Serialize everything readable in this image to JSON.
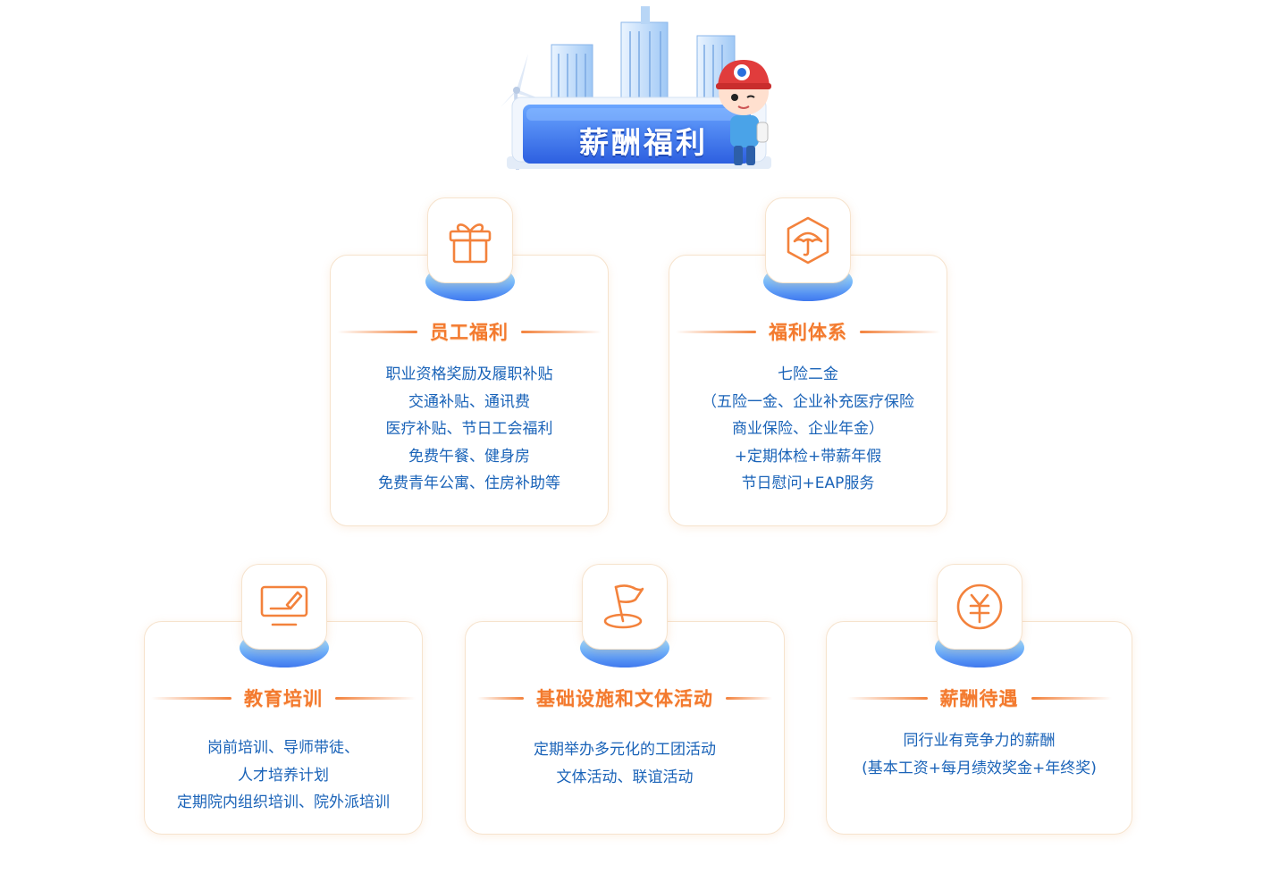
{
  "banner": {
    "title": "薪酬福利"
  },
  "cards": [
    {
      "title": "员工福利",
      "icon": "gift-icon",
      "lines": [
        "职业资格奖励及履职补贴",
        "交通补贴、通讯费",
        "医疗补贴、节日工会福利",
        "免费午餐、健身房",
        "免费青年公寓、住房补助等"
      ]
    },
    {
      "title": "福利体系",
      "icon": "umbrella-shield-icon",
      "lines": [
        "七险二金",
        "（五险一金、企业补充医疗保险",
        "商业保险、企业年金）",
        "+定期体检+带薪年假",
        "节日慰问+EAP服务"
      ]
    },
    {
      "title": "教育培训",
      "icon": "monitor-pen-icon",
      "lines": [
        "岗前培训、导师带徒、",
        "人才培养计划",
        "定期院内组织培训、院外派培训"
      ]
    },
    {
      "title": "基础设施和文体活动",
      "icon": "flag-icon",
      "lines": [
        "定期举办多元化的工团活动",
        "文体活动、联谊活动"
      ]
    },
    {
      "title": "薪酬待遇",
      "icon": "yuan-coin-icon",
      "lines": [
        "同行业有竞争力的薪酬",
        "(基本工资+每月绩效奖金+年终奖)"
      ]
    }
  ],
  "colors": {
    "accent": "#f37a2f",
    "text": "#1a63b8",
    "border": "#f6e3cd",
    "platform": "#4f8ef0"
  }
}
